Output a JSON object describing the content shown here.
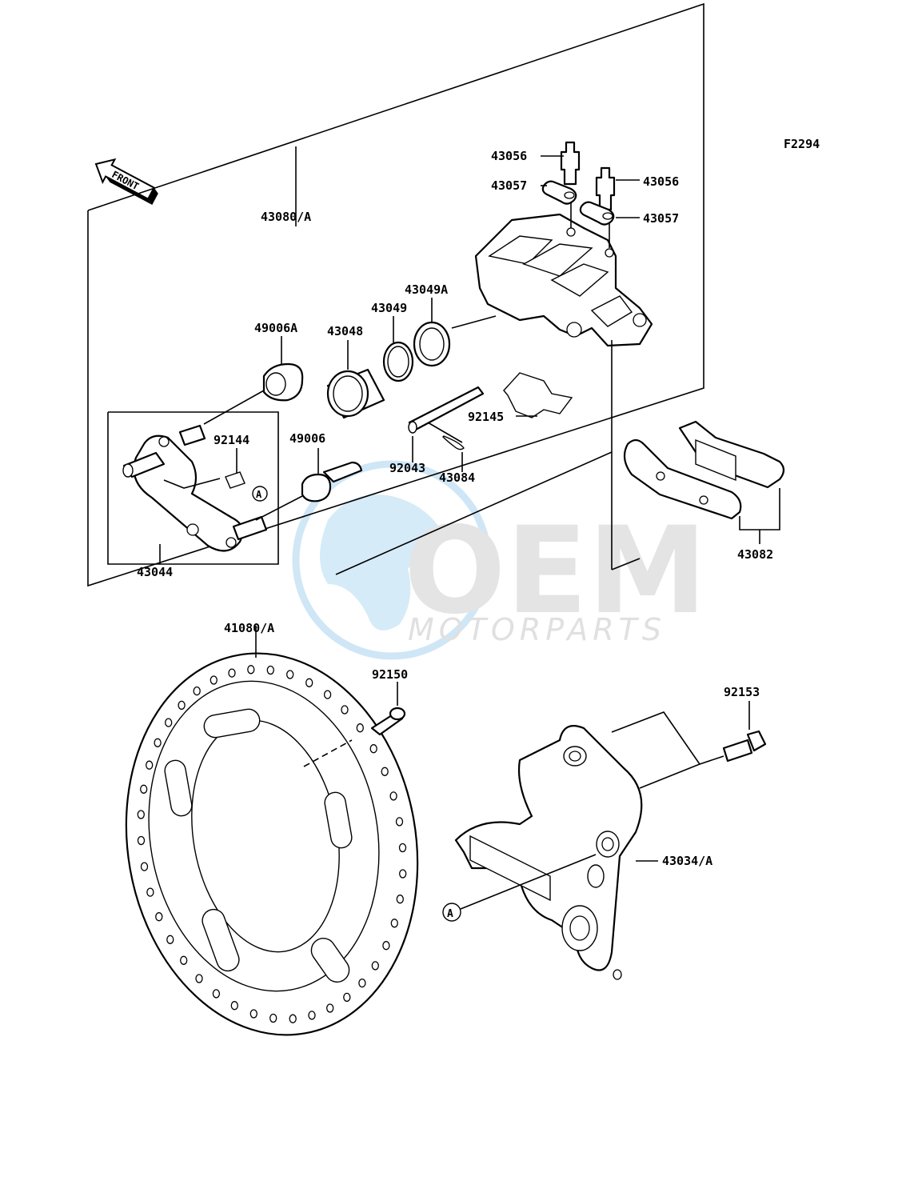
{
  "diagram_code": "F2294",
  "front_label": "FRONT",
  "watermark": {
    "brand": "OEM",
    "subtitle": "MOTORPARTS"
  },
  "callouts": {
    "c43056a": "43056",
    "c43056b": "43056",
    "c43057a": "43057",
    "c43057b": "43057",
    "c43080": "43080/A",
    "c43049a": "43049A",
    "c43049": "43049",
    "c43048": "43048",
    "c49006a": "49006A",
    "c92144": "92144",
    "c49006": "49006",
    "c92145": "92145",
    "c92043": "92043",
    "c43084": "43084",
    "c43044": "43044",
    "c43082": "43082",
    "c41080": "41080/A",
    "c92150": "92150",
    "c92153": "92153",
    "c43034": "43034/A"
  },
  "reference_marks": {
    "a1": "A",
    "a2": "A"
  }
}
